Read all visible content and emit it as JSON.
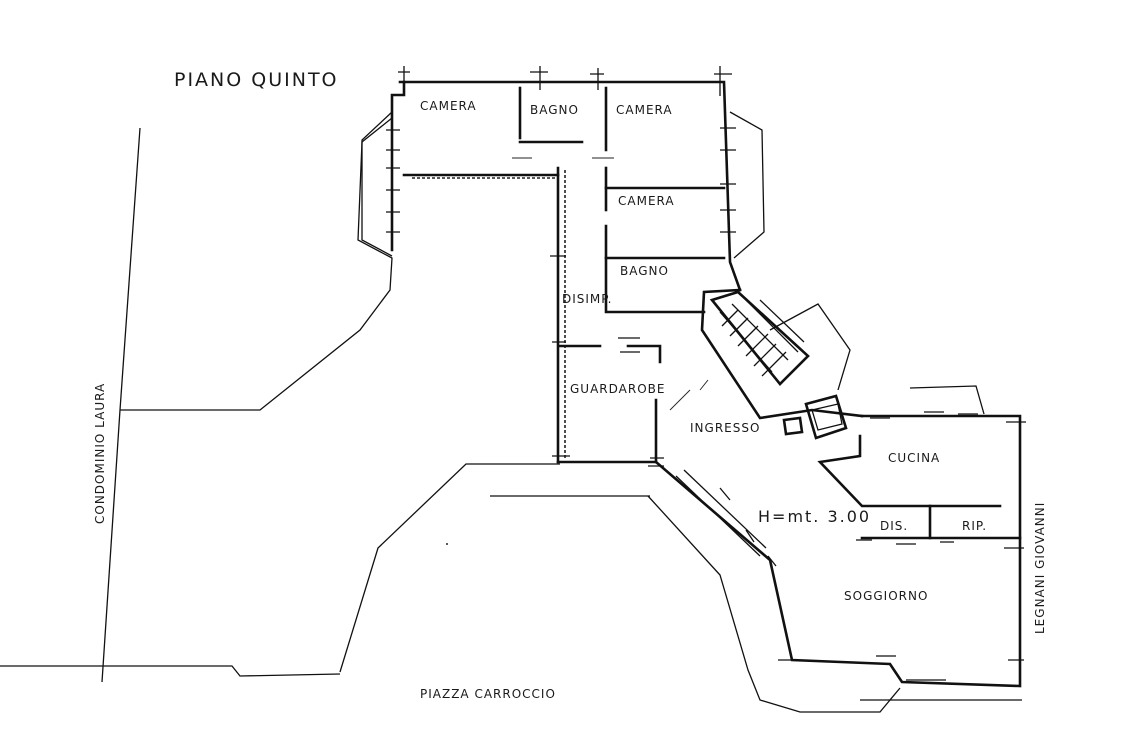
{
  "title": "PIANO QUINTO",
  "height_note": "H=mt. 3.00",
  "rooms": {
    "camera_1": "CAMERA",
    "bagno_1": "BAGNO",
    "camera_2": "CAMERA",
    "camera_3": "CAMERA",
    "bagno_2": "BAGNO",
    "disimpegno": "DISIMP.",
    "guardaroba": "GUARDAROBE",
    "ingresso": "INGRESSO",
    "cucina": "CUCINA",
    "disimpegno_2": "DIS.",
    "ripostiglio": "RIP.",
    "soggiorno": "SOGGIORNO"
  },
  "streets": {
    "piazza": "PIAZZA CARROCCIO",
    "condominio": "CONDOMINIO LAURA",
    "via": "LEGNANI GIOVANNI"
  }
}
